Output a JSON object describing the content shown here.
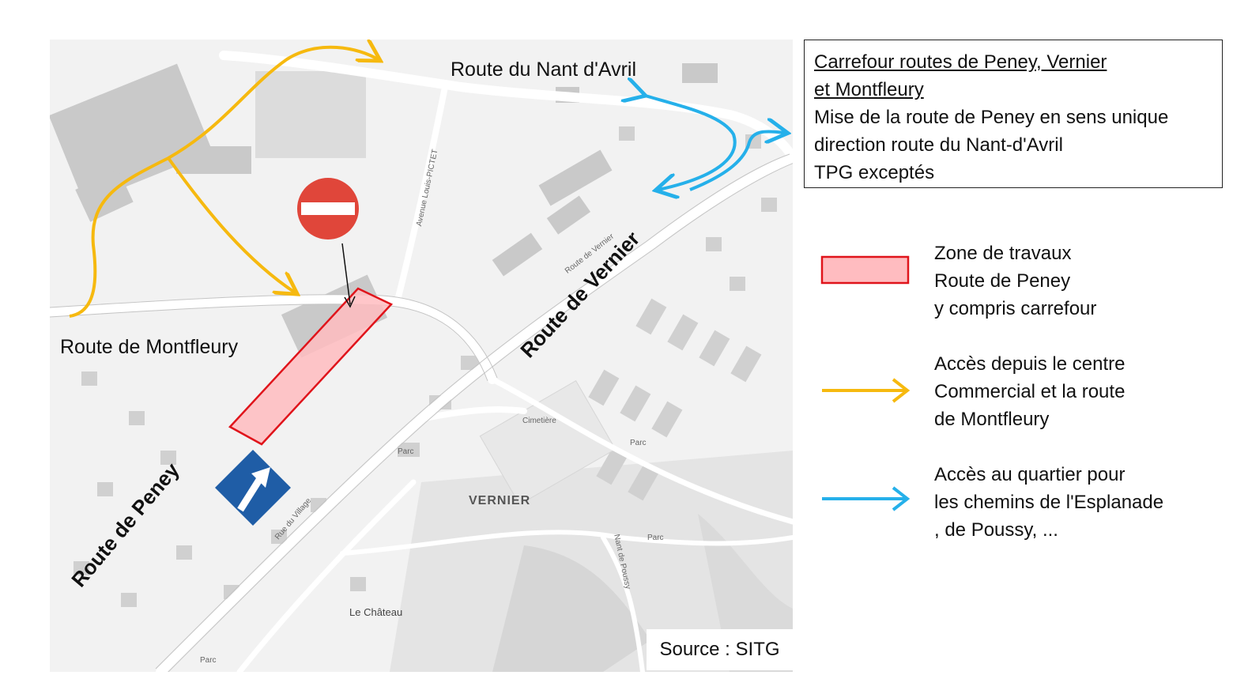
{
  "map": {
    "roads": {
      "nant_avril": "Route du Nant d'Avril",
      "montfleury": "Route de Montfleury",
      "vernier": "Route de Vernier",
      "peney": "Route de Peney"
    },
    "small_labels": {
      "avenue_pictet": "Avenue Louis-PICTET",
      "route_vernier_small": "Route de Vernier",
      "rue_village": "Rue du Village",
      "nant_poussy": "Nant de Poussy",
      "cimetiere": "Cimetière",
      "parc_1": "Parc",
      "parc_2": "Parc",
      "parc_3": "Parc",
      "parc_4": "Parc"
    },
    "place": "VERNIER",
    "chateau": "Le Château",
    "source": "Source : SITG",
    "signs": [
      "no-entry-sign-icon",
      "one-way-sign-icon"
    ]
  },
  "info": {
    "title_line1": "Carrefour routes de Peney, Vernier ",
    "title_line2": "et Montfleury",
    "line3": "Mise de la route de Peney en sens unique",
    "line4": "direction route du Nant-d'Avril",
    "line5": "TPG exceptés"
  },
  "legend": [
    {
      "icon": "red-zone-rectangle-icon",
      "color": "#ffbcc0",
      "lines": [
        "Zone de travaux",
        "Route de Peney",
        "y compris carrefour"
      ]
    },
    {
      "icon": "yellow-arrow-icon",
      "color": "#f6b90f",
      "lines": [
        "Accès depuis le centre",
        "Commercial et la route",
        "de Montfleury"
      ]
    },
    {
      "icon": "blue-arrow-icon",
      "color": "#25b0ea",
      "lines": [
        "Accès au quartier pour",
        "les chemins de l'Esplanade",
        ", de Poussy, ..."
      ]
    }
  ]
}
